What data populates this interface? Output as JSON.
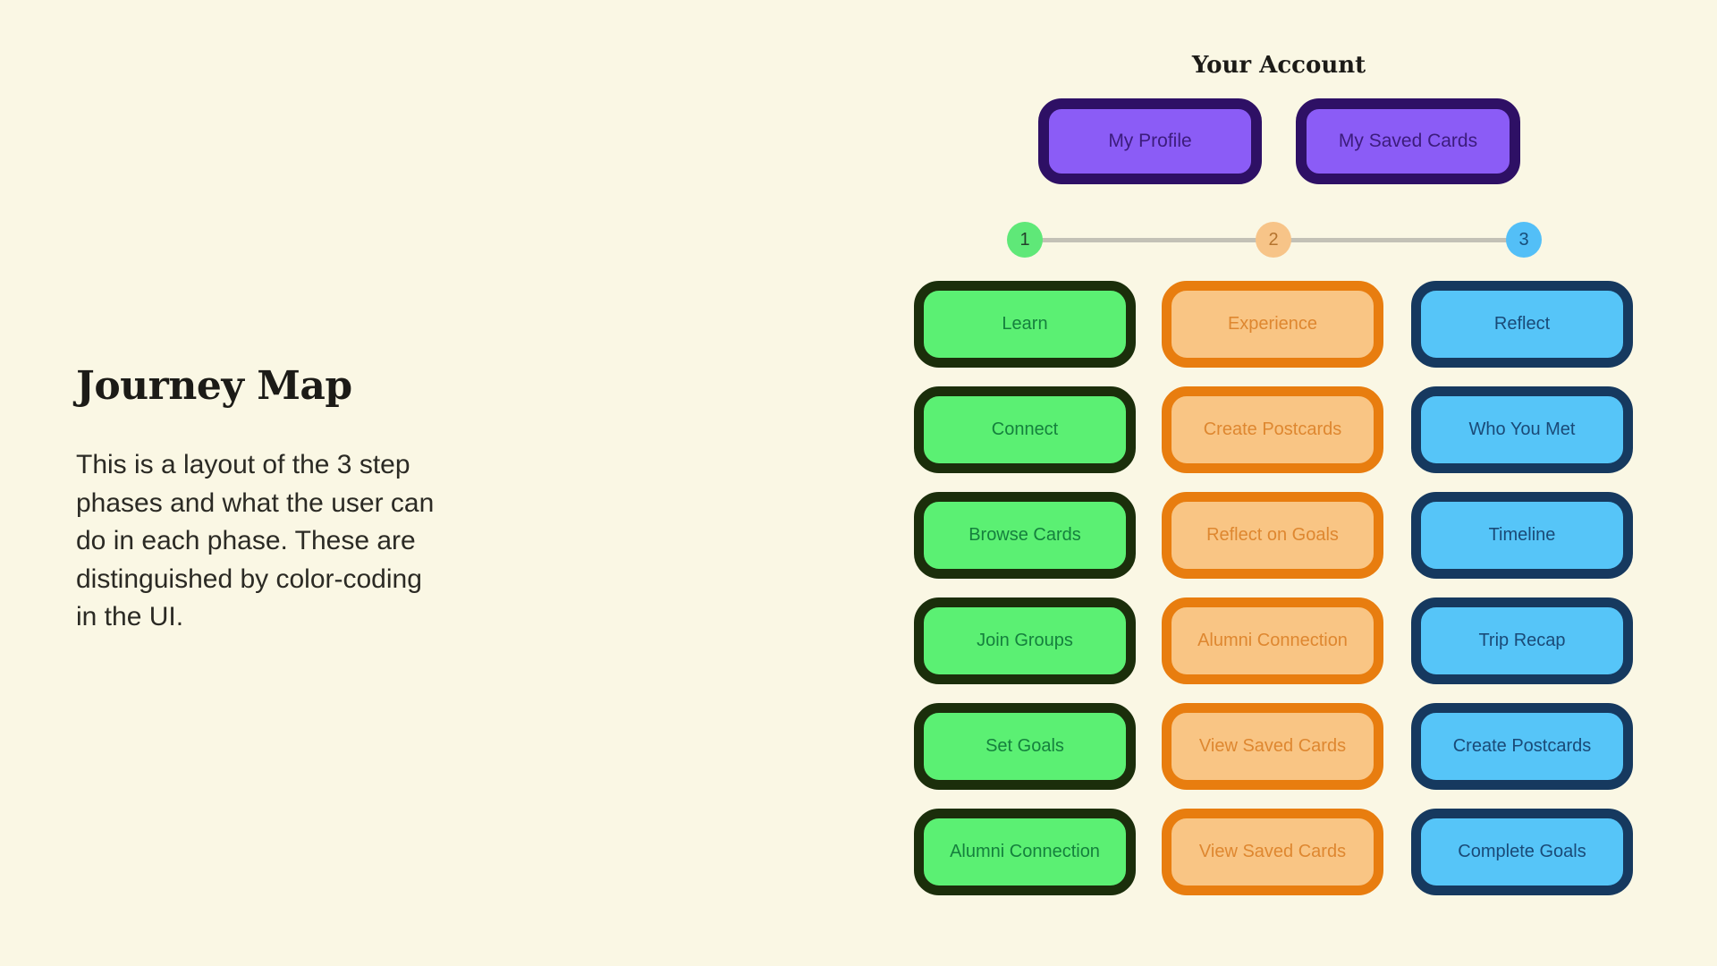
{
  "page": {
    "background": "#FAF7E4"
  },
  "left_panel": {
    "title": "Journey Map",
    "description": "This is a layout of the 3 step phases and what the user can do in each phase. These are distinguished by color-coding in the UI."
  },
  "account": {
    "title": "Your Account",
    "buttons": [
      {
        "label": "My Profile"
      },
      {
        "label": "My Saved Cards"
      }
    ],
    "colors": {
      "fill": "#8B5CF6",
      "border": "#2E1065",
      "text": "#3C1C7C"
    }
  },
  "stepper": {
    "line_color": "#C3C1B6",
    "steps": [
      {
        "number": "1",
        "fill": "#5FE878",
        "text_color": "#233F2B"
      },
      {
        "number": "2",
        "fill": "#F7C488",
        "text_color": "#B5742E"
      },
      {
        "number": "3",
        "fill": "#53BFF7",
        "text_color": "#174D79"
      }
    ]
  },
  "phases": [
    {
      "colors": {
        "fill": "#5BF073",
        "border": "#1B2E0B",
        "text": "#15803D"
      },
      "items": [
        "Learn",
        "Connect",
        "Browse Cards",
        "Join Groups",
        "Set Goals",
        "Alumni Connection"
      ]
    },
    {
      "colors": {
        "fill": "#F9C584",
        "border": "#E87D0F",
        "text": "#DE8730"
      },
      "items": [
        "Experience",
        "Create Postcards",
        "Reflect on Goals",
        "Alumni Connection",
        "View Saved Cards",
        "View Saved Cards"
      ]
    },
    {
      "colors": {
        "fill": "#56C5F8",
        "border": "#16395F",
        "text": "#1A4A77"
      },
      "items": [
        "Reflect",
        "Who You Met",
        "Timeline",
        "Trip Recap",
        "Create Postcards",
        "Complete Goals"
      ]
    }
  ]
}
